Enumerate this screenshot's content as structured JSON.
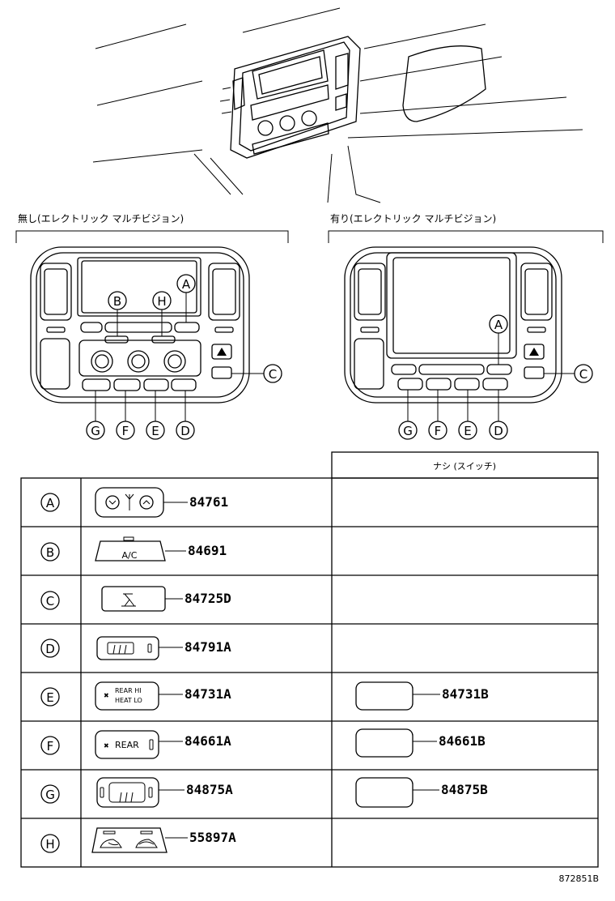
{
  "section_left_title": "無し(エレクトリック マルチビジョン)",
  "section_right_title": "有り(エレクトリック マルチビジョン)",
  "column_header": "ナシ (スイッチ)",
  "callouts": [
    "A",
    "B",
    "C",
    "D",
    "E",
    "F",
    "G",
    "H"
  ],
  "switch_texts": {
    "ac": "A/C",
    "rear_hi": "REAR HI",
    "heat_lo": "HEAT LO",
    "rear": "REAR"
  },
  "rows": [
    {
      "key": "A",
      "part": "84761",
      "alt_part": ""
    },
    {
      "key": "B",
      "part": "84691",
      "alt_part": ""
    },
    {
      "key": "C",
      "part": "84725D",
      "alt_part": ""
    },
    {
      "key": "D",
      "part": "84791A",
      "alt_part": ""
    },
    {
      "key": "E",
      "part": "84731A",
      "alt_part": "84731B"
    },
    {
      "key": "F",
      "part": "84661A",
      "alt_part": "84661B"
    },
    {
      "key": "G",
      "part": "84875A",
      "alt_part": "84875B"
    },
    {
      "key": "H",
      "part": "55897A",
      "alt_part": ""
    }
  ],
  "figure_id": "872851B"
}
